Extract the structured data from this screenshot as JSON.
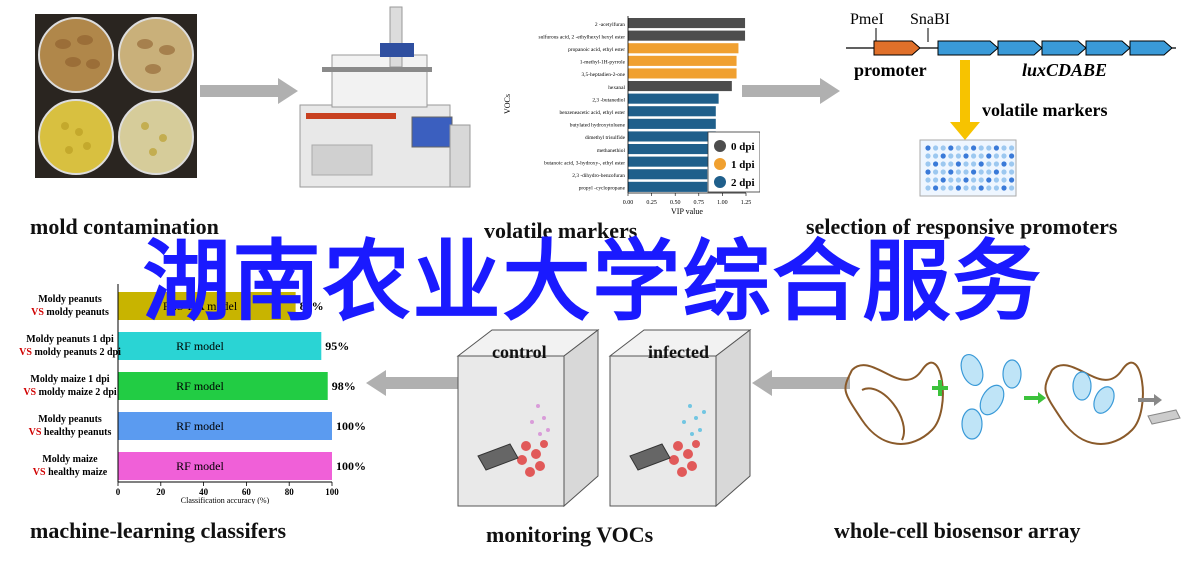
{
  "captions": {
    "mold": "mold contamination",
    "volatile": "volatile markers",
    "promoters": "selection of responsive promoters",
    "ml": "machine-learning classifers",
    "monitoring": "monitoring VOCs",
    "biosensor": "whole-cell biosensor array"
  },
  "watermark": "湖南农业大学综合服务",
  "construct": {
    "pmei": "PmeI",
    "snabi": "SnaBI",
    "promoter": "promoter",
    "lux": "luxCDABE",
    "volatile_markers": "volatile markers"
  },
  "chambers": {
    "control": "control",
    "infected": "infected"
  },
  "colors": {
    "vip_gray": "#4d4d4d",
    "vip_orange": "#f0a030",
    "vip_blue": "#1f5f8b",
    "rf_olive": "#c8b400",
    "rf_cyan": "#2ad4d4",
    "rf_green": "#22cc44",
    "rf_blue": "#5b9bf0",
    "rf_pink": "#f060d8",
    "arrow_gray": "#b0b0b0",
    "watermark": "#1a1aff"
  },
  "chart_data": [
    {
      "type": "bar",
      "orientation": "horizontal",
      "xlabel": "VIP value",
      "ylabel": "VOCs",
      "xlim": [
        0,
        1.25
      ],
      "xticks": [
        "0.00",
        "0.25",
        "0.50",
        "0.75",
        "1.00",
        "1.25"
      ],
      "categories": [
        "2 -acetylfuran",
        "sulfurous acid, 2 -ethylhexyl hexyl ester",
        "propanoic acid, ethyl ester",
        "1-methyl-1H-pyrrole",
        "3,5-heptadien-2-one",
        "hexanal",
        "2,3 -butanediol",
        "benzeneacetic acid, ethyl ester",
        "butylated hydroxytoluene",
        "dimethyl trisulfide",
        "methanethiol",
        "butanoic acid, 3-hydroxy-, ethyl ester",
        "2,3 -dihydro-benzofuran",
        "propyl -cyclopropane"
      ],
      "values": [
        1.24,
        1.24,
        1.17,
        1.15,
        1.15,
        1.1,
        0.96,
        0.93,
        0.93,
        0.93,
        0.93,
        0.91,
        0.84,
        0.84
      ],
      "groups": [
        "0 dpi",
        "0 dpi",
        "1 dpi",
        "1 dpi",
        "1 dpi",
        "0 dpi",
        "2 dpi",
        "2 dpi",
        "2 dpi",
        "2 dpi",
        "2 dpi",
        "2 dpi",
        "2 dpi",
        "2 dpi"
      ],
      "legend": [
        "0 dpi",
        "1 dpi",
        "2 dpi"
      ],
      "legend_position": "bottom-right"
    },
    {
      "type": "bar",
      "orientation": "horizontal",
      "xlabel": "Classification accuracy (%)",
      "xlim": [
        0,
        100
      ],
      "xticks": [
        "0",
        "20",
        "40",
        "60",
        "80",
        "100"
      ],
      "rows": [
        {
          "label1": "Moldy peanuts",
          "label2": "VS moldy peanuts",
          "model": "PLS-DA model",
          "value": 83,
          "pct": "83%"
        },
        {
          "label1": "Moldy peanuts 1 dpi",
          "label2": "VS moldy peanuts 2 dpi",
          "model": "RF model",
          "value": 95,
          "pct": "95%"
        },
        {
          "label1": "Moldy maize 1 dpi",
          "label2": "VS moldy maize 2 dpi",
          "model": "RF model",
          "value": 98,
          "pct": "98%"
        },
        {
          "label1": "Moldy peanuts",
          "label2": "VS healthy peanuts",
          "model": "RF model",
          "value": 100,
          "pct": "100%"
        },
        {
          "label1": "Moldy maize",
          "label2": "VS healthy maize",
          "model": "RF model",
          "value": 100,
          "pct": "100%"
        }
      ]
    }
  ]
}
